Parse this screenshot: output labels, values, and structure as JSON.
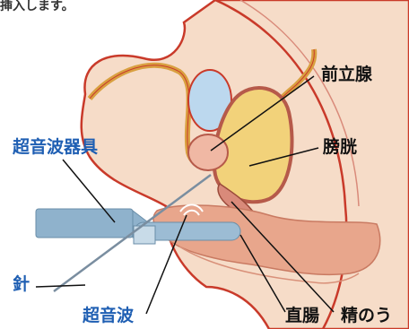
{
  "top_fragment": "挿入します。",
  "colors": {
    "background": "#ffffff",
    "body_outline": "#c93a2a",
    "body_fill": "#f6dcc8",
    "rectum_fill": "#e8a68c",
    "bladder_fill": "#f2d27a",
    "prostate_outline": "#b65a4a",
    "probe_fill": "#8fb2cc",
    "label_blue": "#1f5fb3",
    "label_black": "#111111"
  },
  "labels": {
    "prostate": "前立腺",
    "bladder": "膀胱",
    "ultrasound_device": "超音波器具",
    "needle": "針",
    "ultrasound": "超音波",
    "rectum": "直腸",
    "seminal_vesicle": "精のう"
  }
}
